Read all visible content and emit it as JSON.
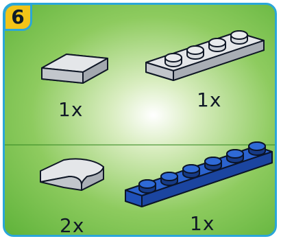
{
  "step": {
    "number": "6"
  },
  "parts": [
    {
      "label": "1x",
      "color": "#c9ccd1",
      "icon": "smooth-tile-1x2-icon"
    },
    {
      "label": "1x",
      "color": "#c9ccd1",
      "icon": "plate-1x4-icon"
    },
    {
      "label": "2x",
      "color": "#c9ccd1",
      "icon": "curved-slope-icon"
    },
    {
      "label": "1x",
      "color": "#1f50b8",
      "icon": "plate-1x6-icon"
    }
  ]
}
